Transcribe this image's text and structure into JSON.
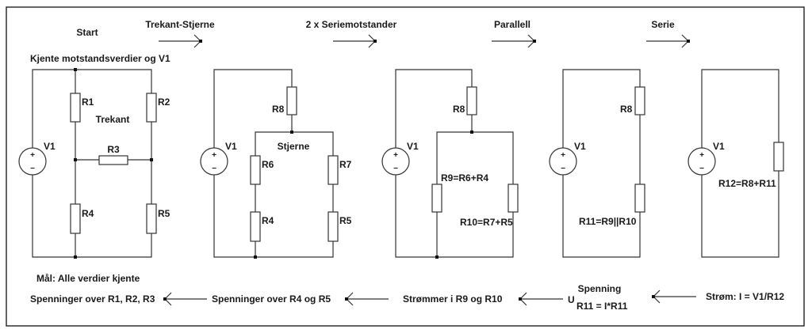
{
  "title": {
    "start": "Start",
    "subtitle": "Kjente motstandsverdier og V1",
    "goal": "Mål: Alle verdier kjente"
  },
  "steps_top": [
    {
      "label": "Trekant-Stjerne",
      "direction": "right"
    },
    {
      "label": "2 x Seriemotstander",
      "direction": "right"
    },
    {
      "label": "Parallell",
      "direction": "right"
    },
    {
      "label": "Serie",
      "direction": "right"
    }
  ],
  "steps_bottom": [
    {
      "label": "Spenninger over R1, R2, R3"
    },
    {
      "label": "Spenninger over R4 og R5"
    },
    {
      "label": "Strømmer i R9 og R10"
    },
    {
      "label_top": "Spenning",
      "label_prefix": "U",
      "label_sub": "R11 = I*R11"
    },
    {
      "label": "Strøm: I = V1/R12"
    }
  ],
  "circuits": [
    {
      "name": "Trekant",
      "source": "V1",
      "region_label": "Trekant",
      "resistors": [
        "R1",
        "R2",
        "R3",
        "R4",
        "R5"
      ]
    },
    {
      "name": "Stjerne",
      "source": "V1",
      "region_label": "Stjerne",
      "resistors": [
        "R8",
        "R6",
        "R7",
        "R4",
        "R5"
      ]
    },
    {
      "name": "Seriemotstander",
      "source": "V1",
      "resistors": [
        "R8",
        "R9=R6+R4",
        "R10=R7+R5"
      ]
    },
    {
      "name": "Parallell",
      "source": "V1",
      "resistors": [
        "R8",
        "R11=R9||R10"
      ]
    },
    {
      "name": "Serie",
      "source": "V1",
      "resistors": [
        "R12=R8+R11"
      ]
    }
  ],
  "source_symbols": {
    "plus": "+",
    "minus": "−"
  }
}
